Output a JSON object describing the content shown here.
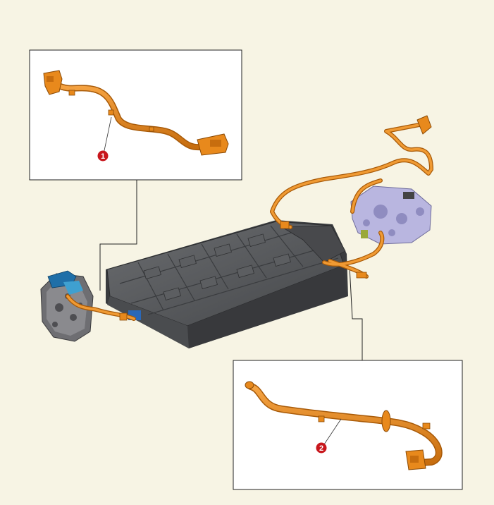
{
  "callouts": [
    {
      "id": "callout-1",
      "label": "1"
    },
    {
      "id": "callout-2",
      "label": "2"
    }
  ],
  "colors": {
    "background": "#f7f4e4",
    "cable": "#e8891c",
    "cable_dark": "#a85a08",
    "battery": "#55575a",
    "motor_front": "#6e6e72",
    "motor_rear": "#b9b6e0",
    "callout": "#c8161c",
    "frame": "#222222"
  }
}
